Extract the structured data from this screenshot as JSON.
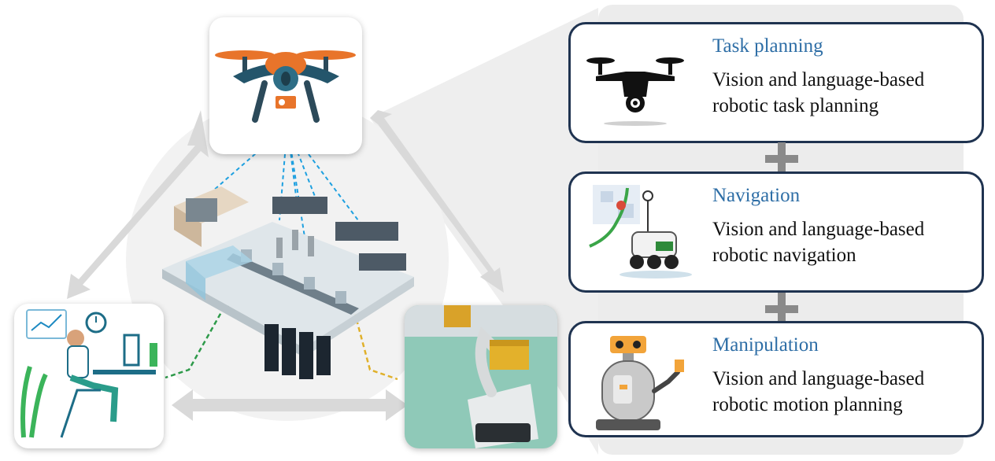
{
  "colors": {
    "card_border": "#1f3350",
    "title_blue": "#2e6ea6",
    "plus_grey": "#8a8a8a",
    "link_blue": "#1ea0e0",
    "link_green": "#2e9a4a",
    "link_yellow": "#e0b02a"
  },
  "tiles": {
    "drone": {
      "icon": "drone-icon"
    },
    "human": {
      "icon": "person-at-desk-icon"
    },
    "robot": {
      "icon": "mobile-manipulator-robot-icon"
    },
    "factory": {
      "icon": "factory-scene-icon"
    }
  },
  "cards": [
    {
      "title": "Task planning",
      "line1": "Vision and language-based",
      "line2": "robotic task planning",
      "icon": "drone-icon"
    },
    {
      "title": "Navigation",
      "line1": "Vision and language-based",
      "line2": "robotic navigation",
      "icon": "delivery-rover-icon"
    },
    {
      "title": "Manipulation",
      "line1": "Vision and language-based",
      "line2": "robotic motion planning",
      "icon": "humanoid-robot-icon"
    }
  ]
}
